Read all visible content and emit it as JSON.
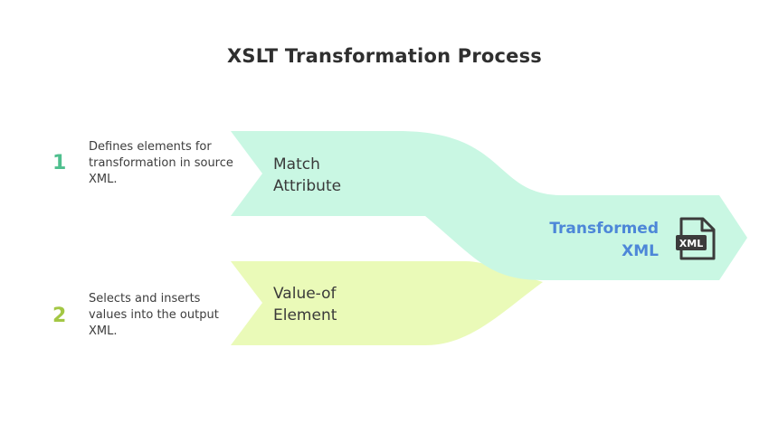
{
  "title": "XSLT Transformation Process",
  "steps": [
    {
      "number": "1",
      "description": "Defines elements for transformation in source XML.",
      "label_line1": "Match",
      "label_line2": "Attribute",
      "color": "#c9f7e3",
      "number_color": "#4fbf8e"
    },
    {
      "number": "2",
      "description": "Selects and inserts values into the output XML.",
      "label_line1": "Value-of",
      "label_line2": "Element",
      "color": "#eafab8",
      "number_color": "#a3c744"
    }
  ],
  "result": {
    "label_line1": "Transformed",
    "label_line2": "XML",
    "color": "#4d87d8",
    "icon": "xml-file-icon",
    "icon_text": "XML"
  }
}
